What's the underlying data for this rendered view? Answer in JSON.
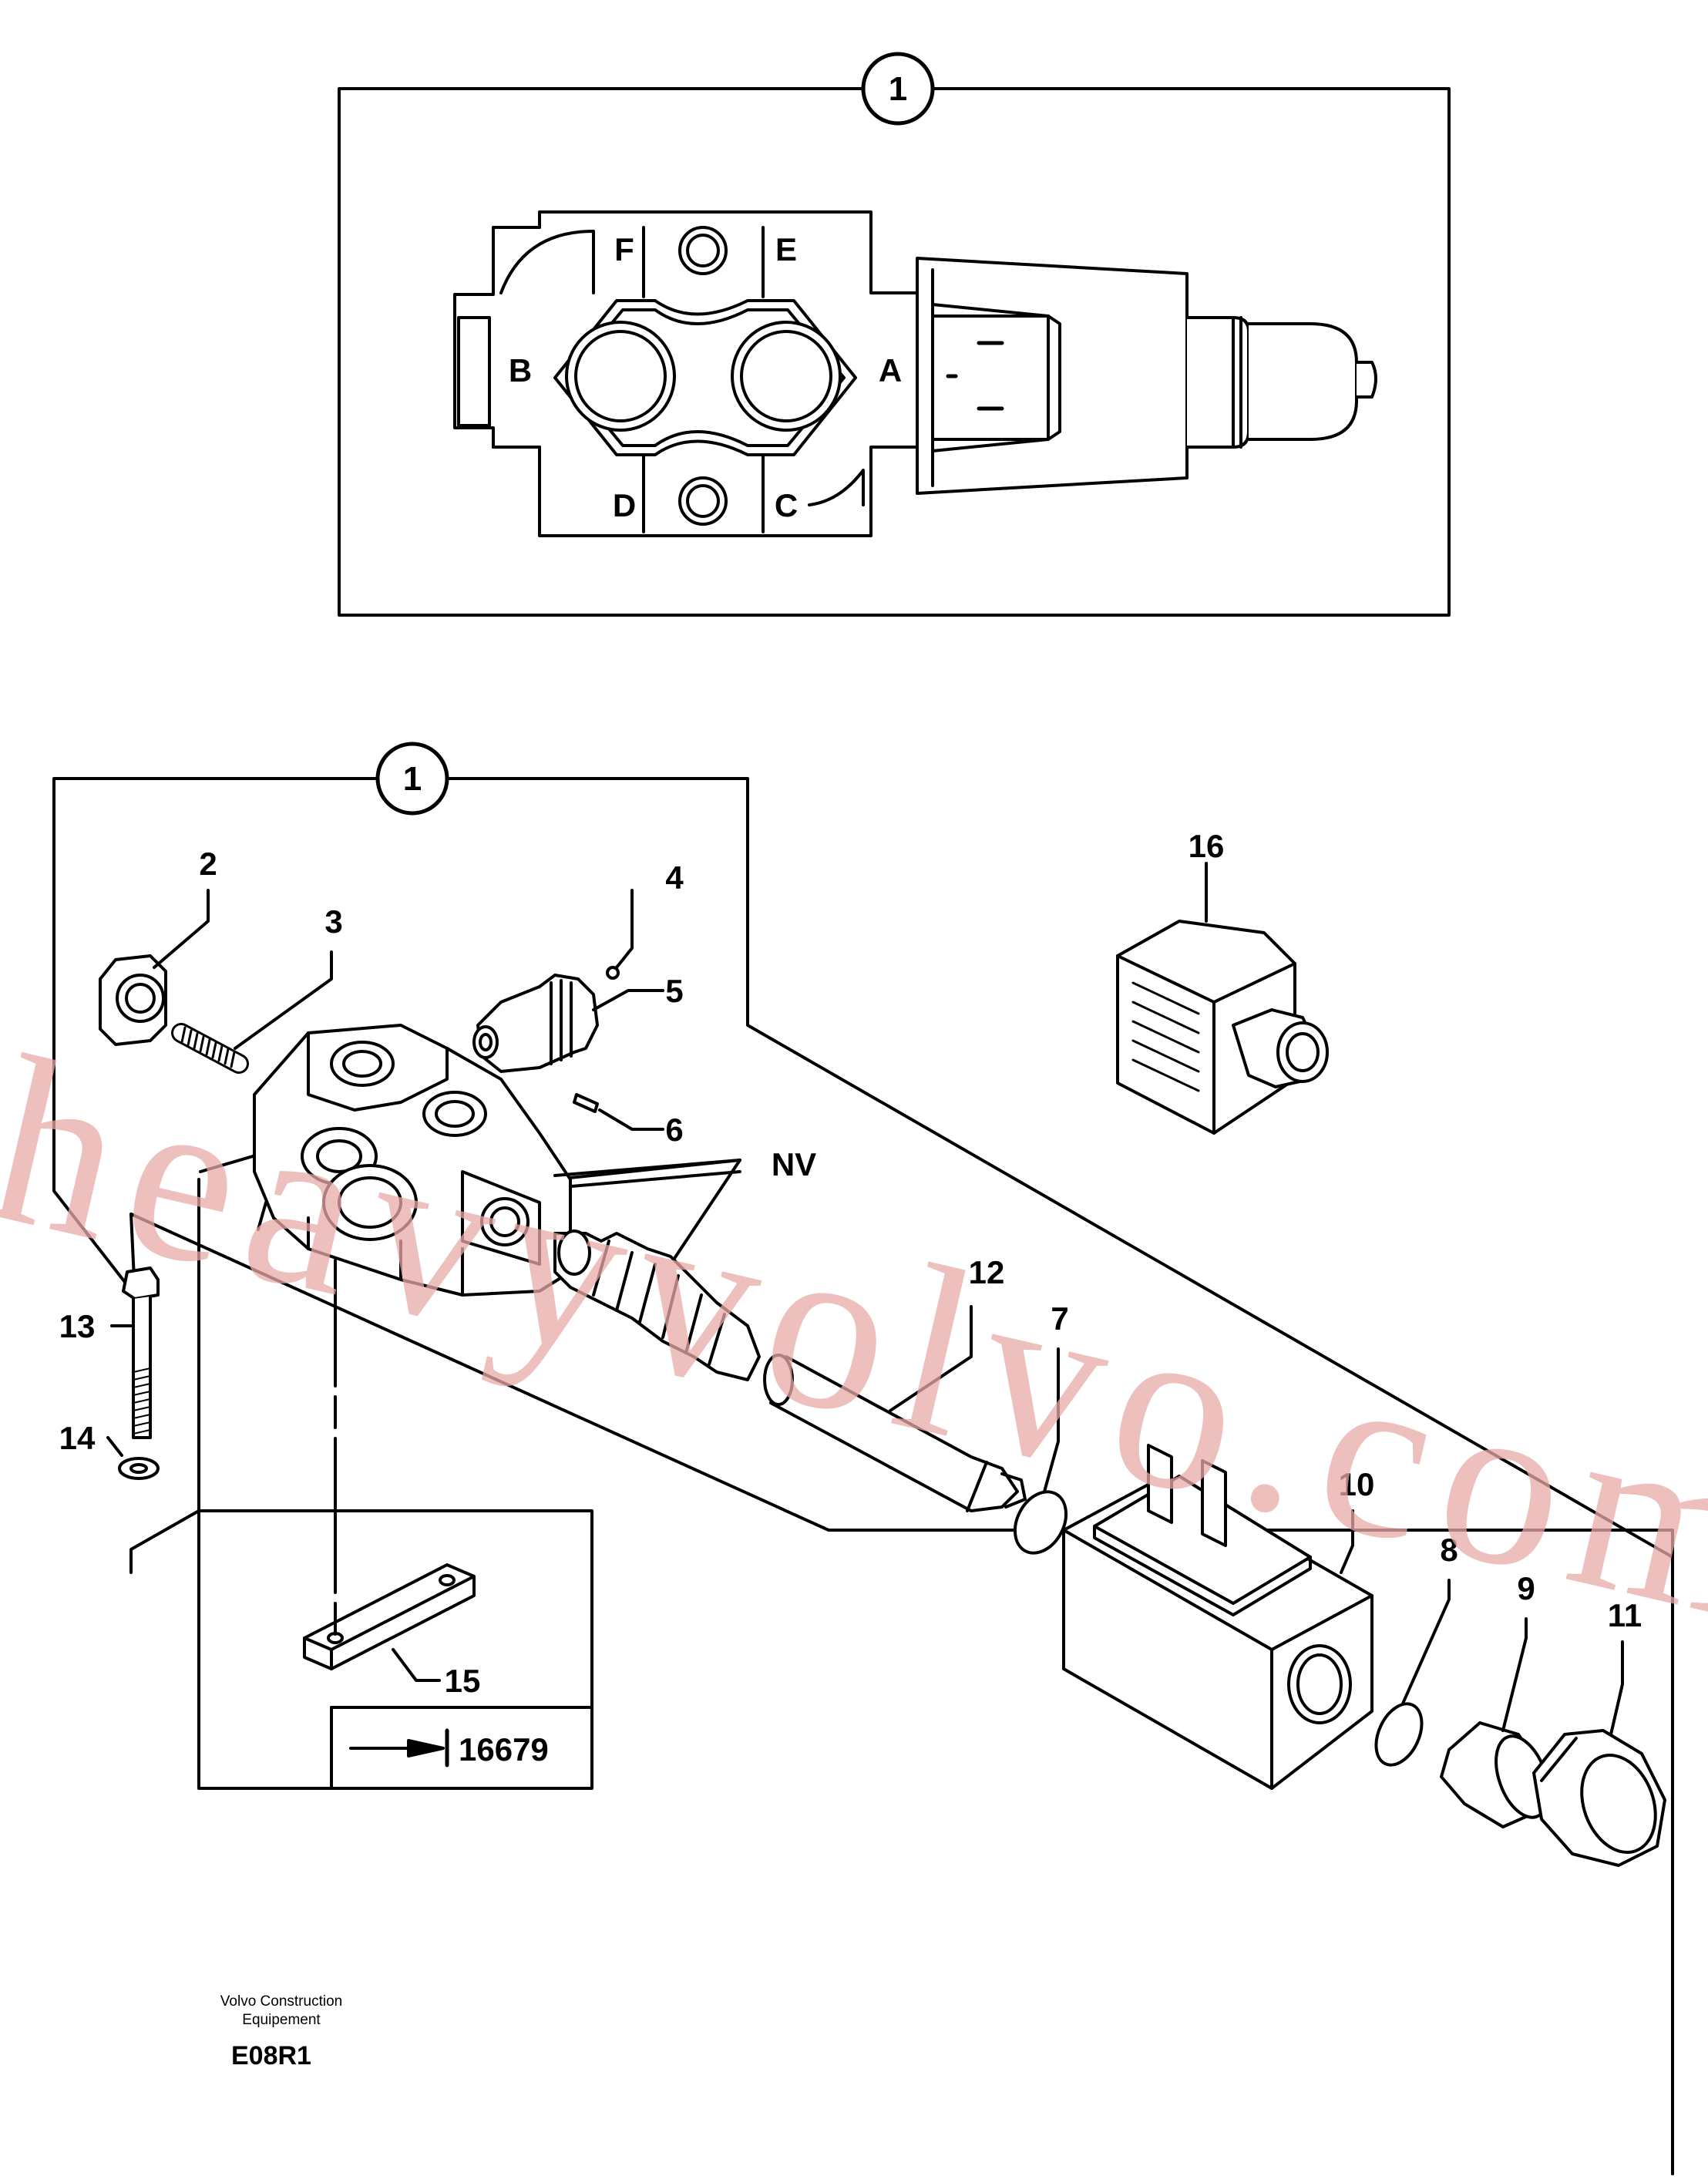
{
  "callouts": {
    "assembly_top": "1",
    "assembly_bottom": "1",
    "p2": "2",
    "p3": "3",
    "p4": "4",
    "p5": "5",
    "p6": "6",
    "nv": "NV",
    "p7": "7",
    "p8": "8",
    "p9": "9",
    "p10": "10",
    "p11": "11",
    "p12": "12",
    "p13": "13",
    "p14": "14",
    "p15": "15",
    "p16": "16"
  },
  "ports": {
    "a": "A",
    "b": "B",
    "c": "C",
    "d": "D",
    "e": "E",
    "f": "F"
  },
  "serial_ref": "16679",
  "footer": {
    "company_line1": "Volvo Construction",
    "company_line2": "Equipement",
    "drawing_code": "E08R1"
  },
  "watermark": "heavyvolvo.com"
}
